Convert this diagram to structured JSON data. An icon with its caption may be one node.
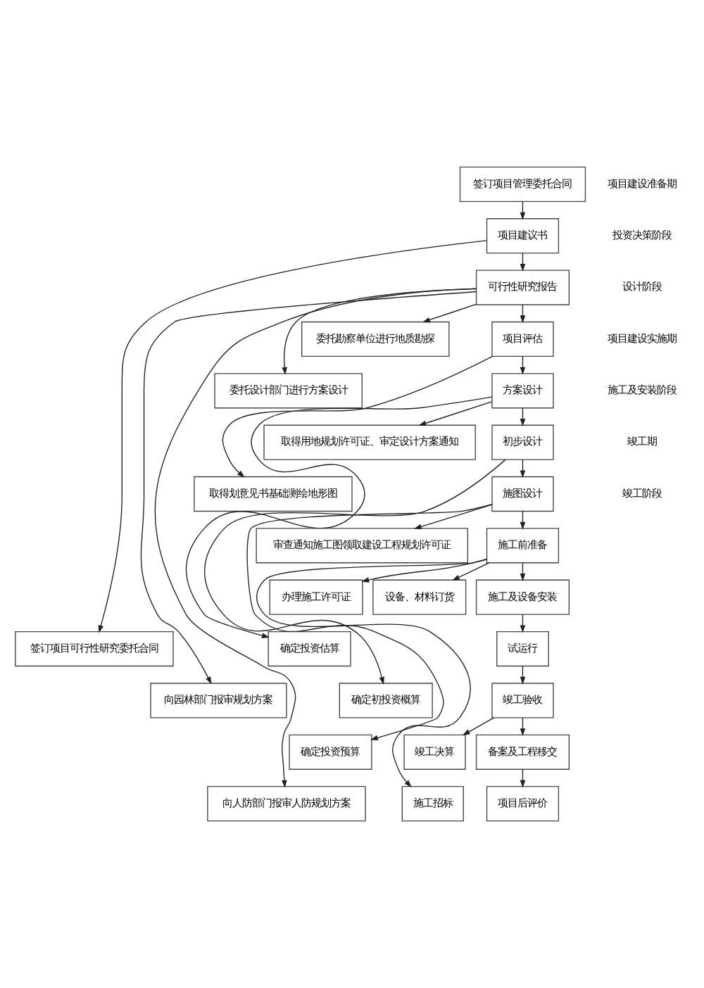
{
  "diagram": {
    "nodes": [
      {
        "text": [
          "签订项目管理委托合同"
        ]
      },
      {
        "text": [
          "项目建议书"
        ]
      },
      {
        "text": [
          "签订项目可行性研究委托合同"
        ]
      },
      {
        "text": [
          "可行性研究报告"
        ]
      },
      {
        "text": [
          "向园林部门报审规划方案"
        ]
      },
      {
        "text": [
          "向人防部门报审人防规划方案"
        ]
      },
      {
        "text": [
          "委托设计部门进行方案设计"
        ]
      },
      {
        "text": [
          "委托勘察单位进行地质勘探"
        ]
      },
      {
        "text": [
          "项目评估"
        ]
      },
      {
        "text": [
          "取得划意见书基础测绘地形图"
        ]
      },
      {
        "text": [
          "方案设计"
        ]
      },
      {
        "text": [
          "确定投资估算"
        ]
      },
      {
        "text": [
          "取得用地规划许可证、审定设计方案通知"
        ]
      },
      {
        "text": [
          "初步设计"
        ]
      },
      {
        "text": [
          "确定初投资概算"
        ]
      },
      {
        "text": [
          "施图设计"
        ]
      },
      {
        "text": [
          "确定投资预算"
        ]
      },
      {
        "text": [
          "审查通知施工图领取建设工程规划许可证"
        ]
      },
      {
        "text": [
          "施工前准备"
        ]
      },
      {
        "text": [
          "施工招标"
        ]
      },
      {
        "text": [
          "办理施工许可证"
        ]
      },
      {
        "text": [
          "设备、材料订货"
        ]
      },
      {
        "text": [
          "施工及设备安装"
        ]
      },
      {
        "text": [
          "试运行"
        ]
      },
      {
        "text": [
          "竣工验收"
        ]
      },
      {
        "text": [
          "竣工决算"
        ]
      },
      {
        "text": [
          "备案及工程移交"
        ]
      },
      {
        "text": [
          "项目后评价"
        ]
      }
    ],
    "edges": [
      {
        "from": 0,
        "to": 1,
        "arrow": "to"
      },
      {
        "from": 1,
        "to": 2,
        "arrow": "to"
      },
      {
        "from": 1,
        "to": 3,
        "arrow": "to"
      },
      {
        "from": 3,
        "to": 4,
        "arrow": "to"
      },
      {
        "from": 3,
        "to": 5,
        "arrow": "to"
      },
      {
        "from": 3,
        "to": 6,
        "arrow": "to"
      },
      {
        "from": 3,
        "to": 7,
        "arrow": "to"
      },
      {
        "from": 3,
        "to": 8,
        "arrow": "to"
      },
      {
        "from": 8,
        "to": 9,
        "arrow": "to"
      },
      {
        "from": 8,
        "to": 10,
        "arrow": "to"
      },
      {
        "from": 10,
        "to": 11,
        "arrow": "to"
      },
      {
        "from": 10,
        "to": 12,
        "arrow": "to"
      },
      {
        "from": 10,
        "to": 13,
        "arrow": "to"
      },
      {
        "from": 13,
        "to": 14,
        "arrow": "to"
      },
      {
        "from": 13,
        "to": 15,
        "arrow": "to"
      },
      {
        "from": 15,
        "to": 16,
        "arrow": "to"
      },
      {
        "from": 15,
        "to": 17,
        "arrow": "to"
      },
      {
        "from": 15,
        "to": 18,
        "arrow": "to"
      },
      {
        "from": 18,
        "to": 19,
        "arrow": "to"
      },
      {
        "from": 18,
        "to": 20,
        "arrow": "to"
      },
      {
        "from": 18,
        "to": 21,
        "arrow": "to"
      },
      {
        "from": 18,
        "to": 22,
        "arrow": "to"
      },
      {
        "from": 22,
        "to": 23,
        "arrow": "to"
      },
      {
        "from": 23,
        "to": 24,
        "arrow": "to"
      },
      {
        "from": 24,
        "to": 25,
        "arrow": "to"
      },
      {
        "from": 24,
        "to": 26,
        "arrow": "to"
      },
      {
        "from": 26,
        "to": 27,
        "arrow": "to"
      }
    ],
    "labels": [
      "项目建设准备期",
      "投资决策阶段",
      "设计阶段",
      "项目建设实施期",
      "施工及安装阶段",
      "竣工期",
      "竣工阶段"
    ]
  }
}
